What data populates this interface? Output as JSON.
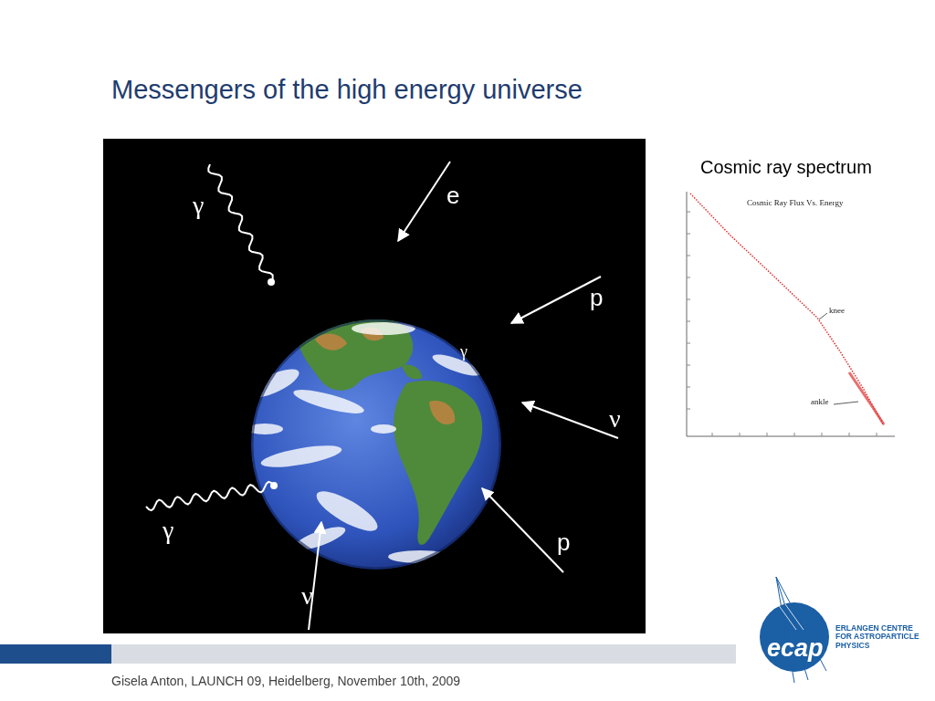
{
  "diagram": {
    "title": "Messengers of the high energy universe",
    "labels": [
      "γ",
      "e",
      "p",
      "γ",
      "ν",
      "γ",
      "p",
      "ν",
      "Cosmic ray spectrum",
      "Cosmic Ray Flux Vs. Energy",
      "knee",
      "ankle",
      "ecap",
      "ERLANGEN CENTRE FOR ASTROPARTICLE PHYSICS",
      "Gisela Anton,   LAUNCH 09,   Heidelberg,   November 10th, 2009"
    ]
  }
}
